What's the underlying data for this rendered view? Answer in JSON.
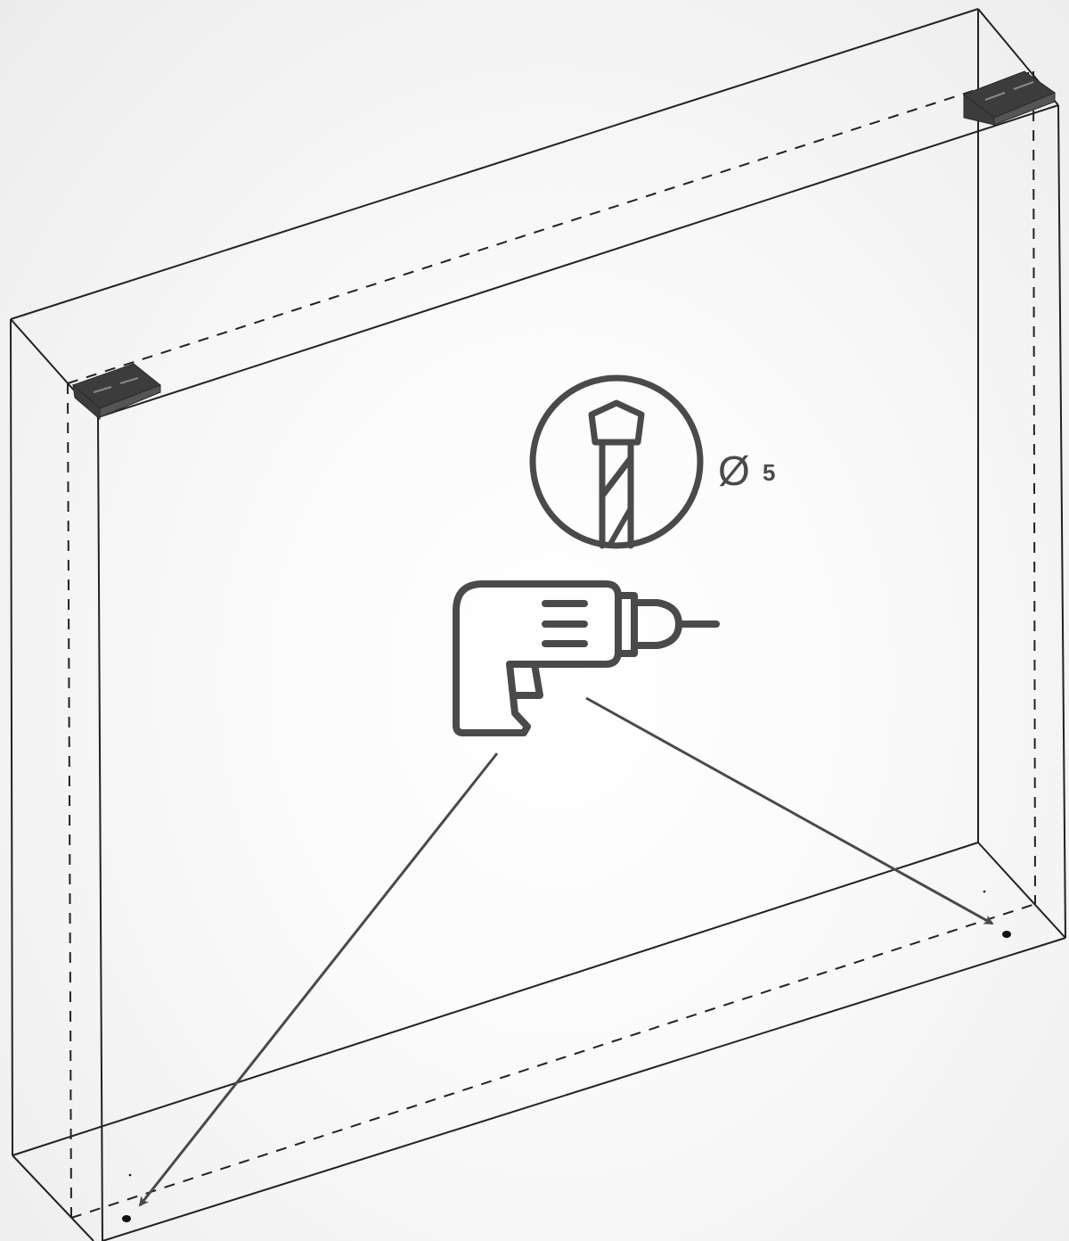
{
  "drill_bit": {
    "diameter_symbol": "Ø",
    "diameter_value": "5"
  },
  "colors": {
    "outline": "#222222",
    "icon": "#4a4a4a",
    "bracket": "#3c3c3c",
    "background": "#f4f4f4"
  },
  "icons": {
    "drill_bit": "drill-bit-icon",
    "power_drill": "power-drill-icon",
    "mounting_bracket": "bracket-icon"
  },
  "drill_targets": 2
}
